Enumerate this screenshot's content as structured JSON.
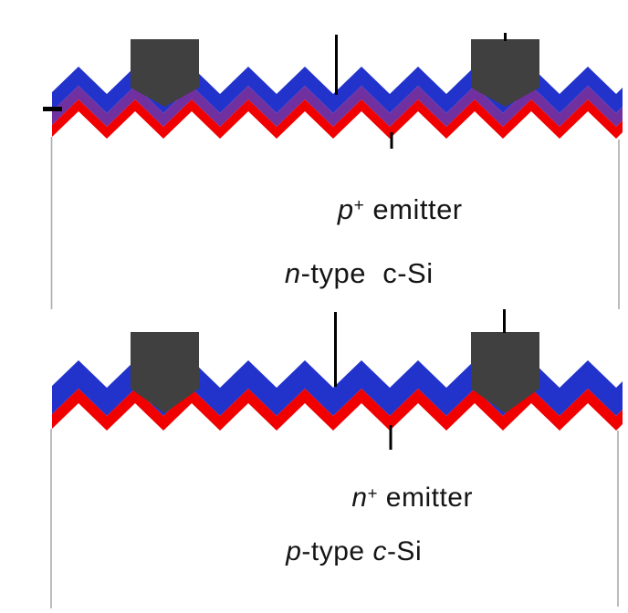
{
  "figure": {
    "description_top": "textured solar cell with p+ emitter on n-type c-Si",
    "description_bottom": "textured solar cell with n+ emitter on p-type c-Si"
  },
  "colors": {
    "arc_blue": "#2233CC",
    "emitter_purple": "#7030A0",
    "layer_red": "#F10000",
    "contact_gray": "#404040",
    "frame_gray": "#ABABAB",
    "marker_black": "#000000",
    "text": "#151515",
    "background": "#FFFFFF"
  },
  "diagram_top": {
    "emitter_label": {
      "symbol": "p",
      "sup": "+",
      "rest": " emitter"
    },
    "substrate_label": {
      "symbol": "n",
      "mid": "-type  ",
      "c": "c",
      "tail": "-Si"
    }
  },
  "diagram_bottom": {
    "emitter_label": {
      "symbol": "n",
      "sup": "+",
      "rest": " emitter"
    },
    "substrate_label": {
      "symbol": "p",
      "mid": "-type ",
      "c": "c",
      "tail": "-Si"
    }
  }
}
